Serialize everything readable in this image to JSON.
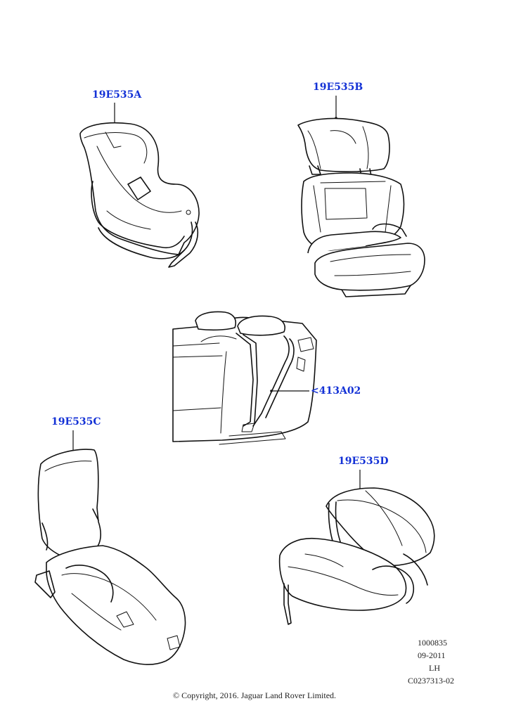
{
  "callouts": {
    "a": "19E535A",
    "b": "19E535B",
    "c": "19E535C",
    "d": "19E535D",
    "belt": "<413A02"
  },
  "meta": {
    "line1": "1000835",
    "line2": "09-2011",
    "line3": "LH",
    "line4": "C0237313-02"
  },
  "copyright": "© Copyright, 2016. Jaguar Land Rover Limited.",
  "colors": {
    "callout_text": "#1432d6",
    "line_art": "#111111",
    "background": "#ffffff"
  }
}
